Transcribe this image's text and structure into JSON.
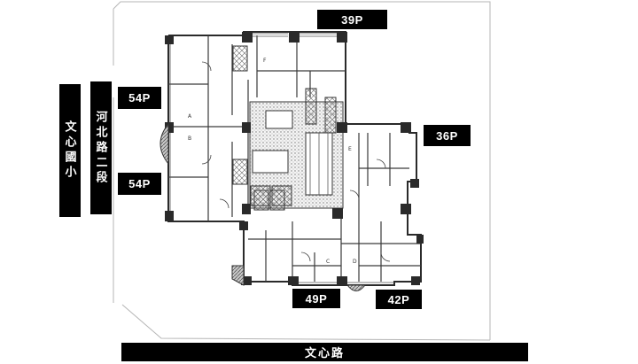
{
  "labels": {
    "unit_39": "39P",
    "unit_54_top": "54P",
    "unit_54_bottom": "54P",
    "unit_36": "36P",
    "unit_49": "49P",
    "unit_42": "42P",
    "school": "文心國小",
    "road_hebei": "河北路二段",
    "road_wenxin": "文心路"
  },
  "unit_letters": {
    "a": "A",
    "b": "B",
    "c": "C",
    "d": "D",
    "e": "E",
    "f": "F"
  },
  "colors": {
    "label_bg": "#000000",
    "label_text": "#ffffff",
    "wall": "#2a2a2a",
    "hatch": "#8a8a8a",
    "site_line": "#b5b5b5"
  }
}
